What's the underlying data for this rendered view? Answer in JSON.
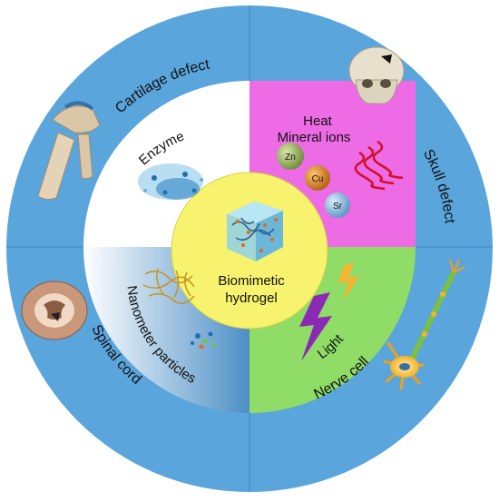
{
  "center": {
    "line1": "Biomimetic",
    "line2": "hydrogel"
  },
  "stimuli": {
    "enzyme": "Enzyme",
    "heat": "Heat",
    "mineral_ions": "Mineral ions",
    "nanometer_particles": "Nanometer particles",
    "light": "Light"
  },
  "ions": [
    "Zn",
    "Cu",
    "Sr"
  ],
  "applications": {
    "cartilage": "Cartilage defect",
    "skull": "Skull defect",
    "spinal": "Spinal cord",
    "nerve": "Nerve  cell"
  },
  "colors": {
    "outer_ring": "#5aa5dc",
    "enzyme_quadrant": "#ffffff",
    "ion_quadrant": "#ee6be6",
    "nano_quadrant": "#a7c8e4",
    "light_quadrant": "#8fdc66",
    "center_circle": "#f7f36f"
  }
}
